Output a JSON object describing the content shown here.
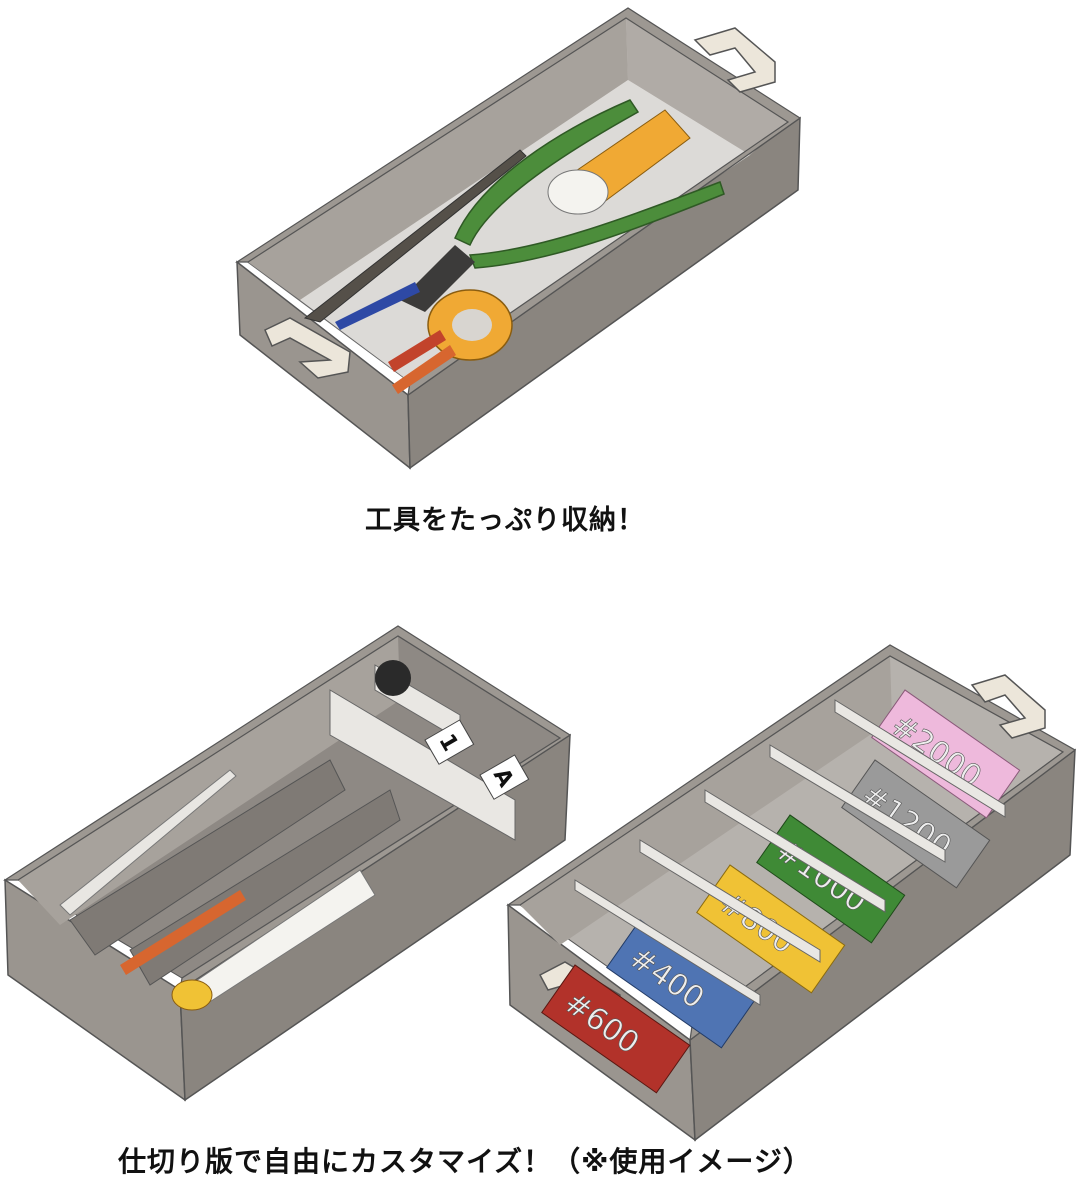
{
  "captions": {
    "top": "工具をたっぷり収納！",
    "bottom": "仕切り版で自由にカスタマイズ！（※使用イメージ）"
  },
  "divider_tags": [
    "1",
    "A"
  ],
  "sandpaper_labels": [
    {
      "text": "#600",
      "color": "#b2322a"
    },
    {
      "text": "#400",
      "color": "#4f74b3"
    },
    {
      "text": "#800",
      "color": "#f0c235"
    },
    {
      "text": "#1000",
      "color": "#3f8a36"
    },
    {
      "text": "#1200",
      "color": "#9a9a9a"
    },
    {
      "text": "#2000",
      "color": "#eeb9dc"
    }
  ],
  "colors": {
    "box": "#8f8a84",
    "box_inner": "#a9a49f",
    "handle": "#ece6da",
    "plier_grip": "#4c8d3b",
    "tape": "#f0a934"
  }
}
